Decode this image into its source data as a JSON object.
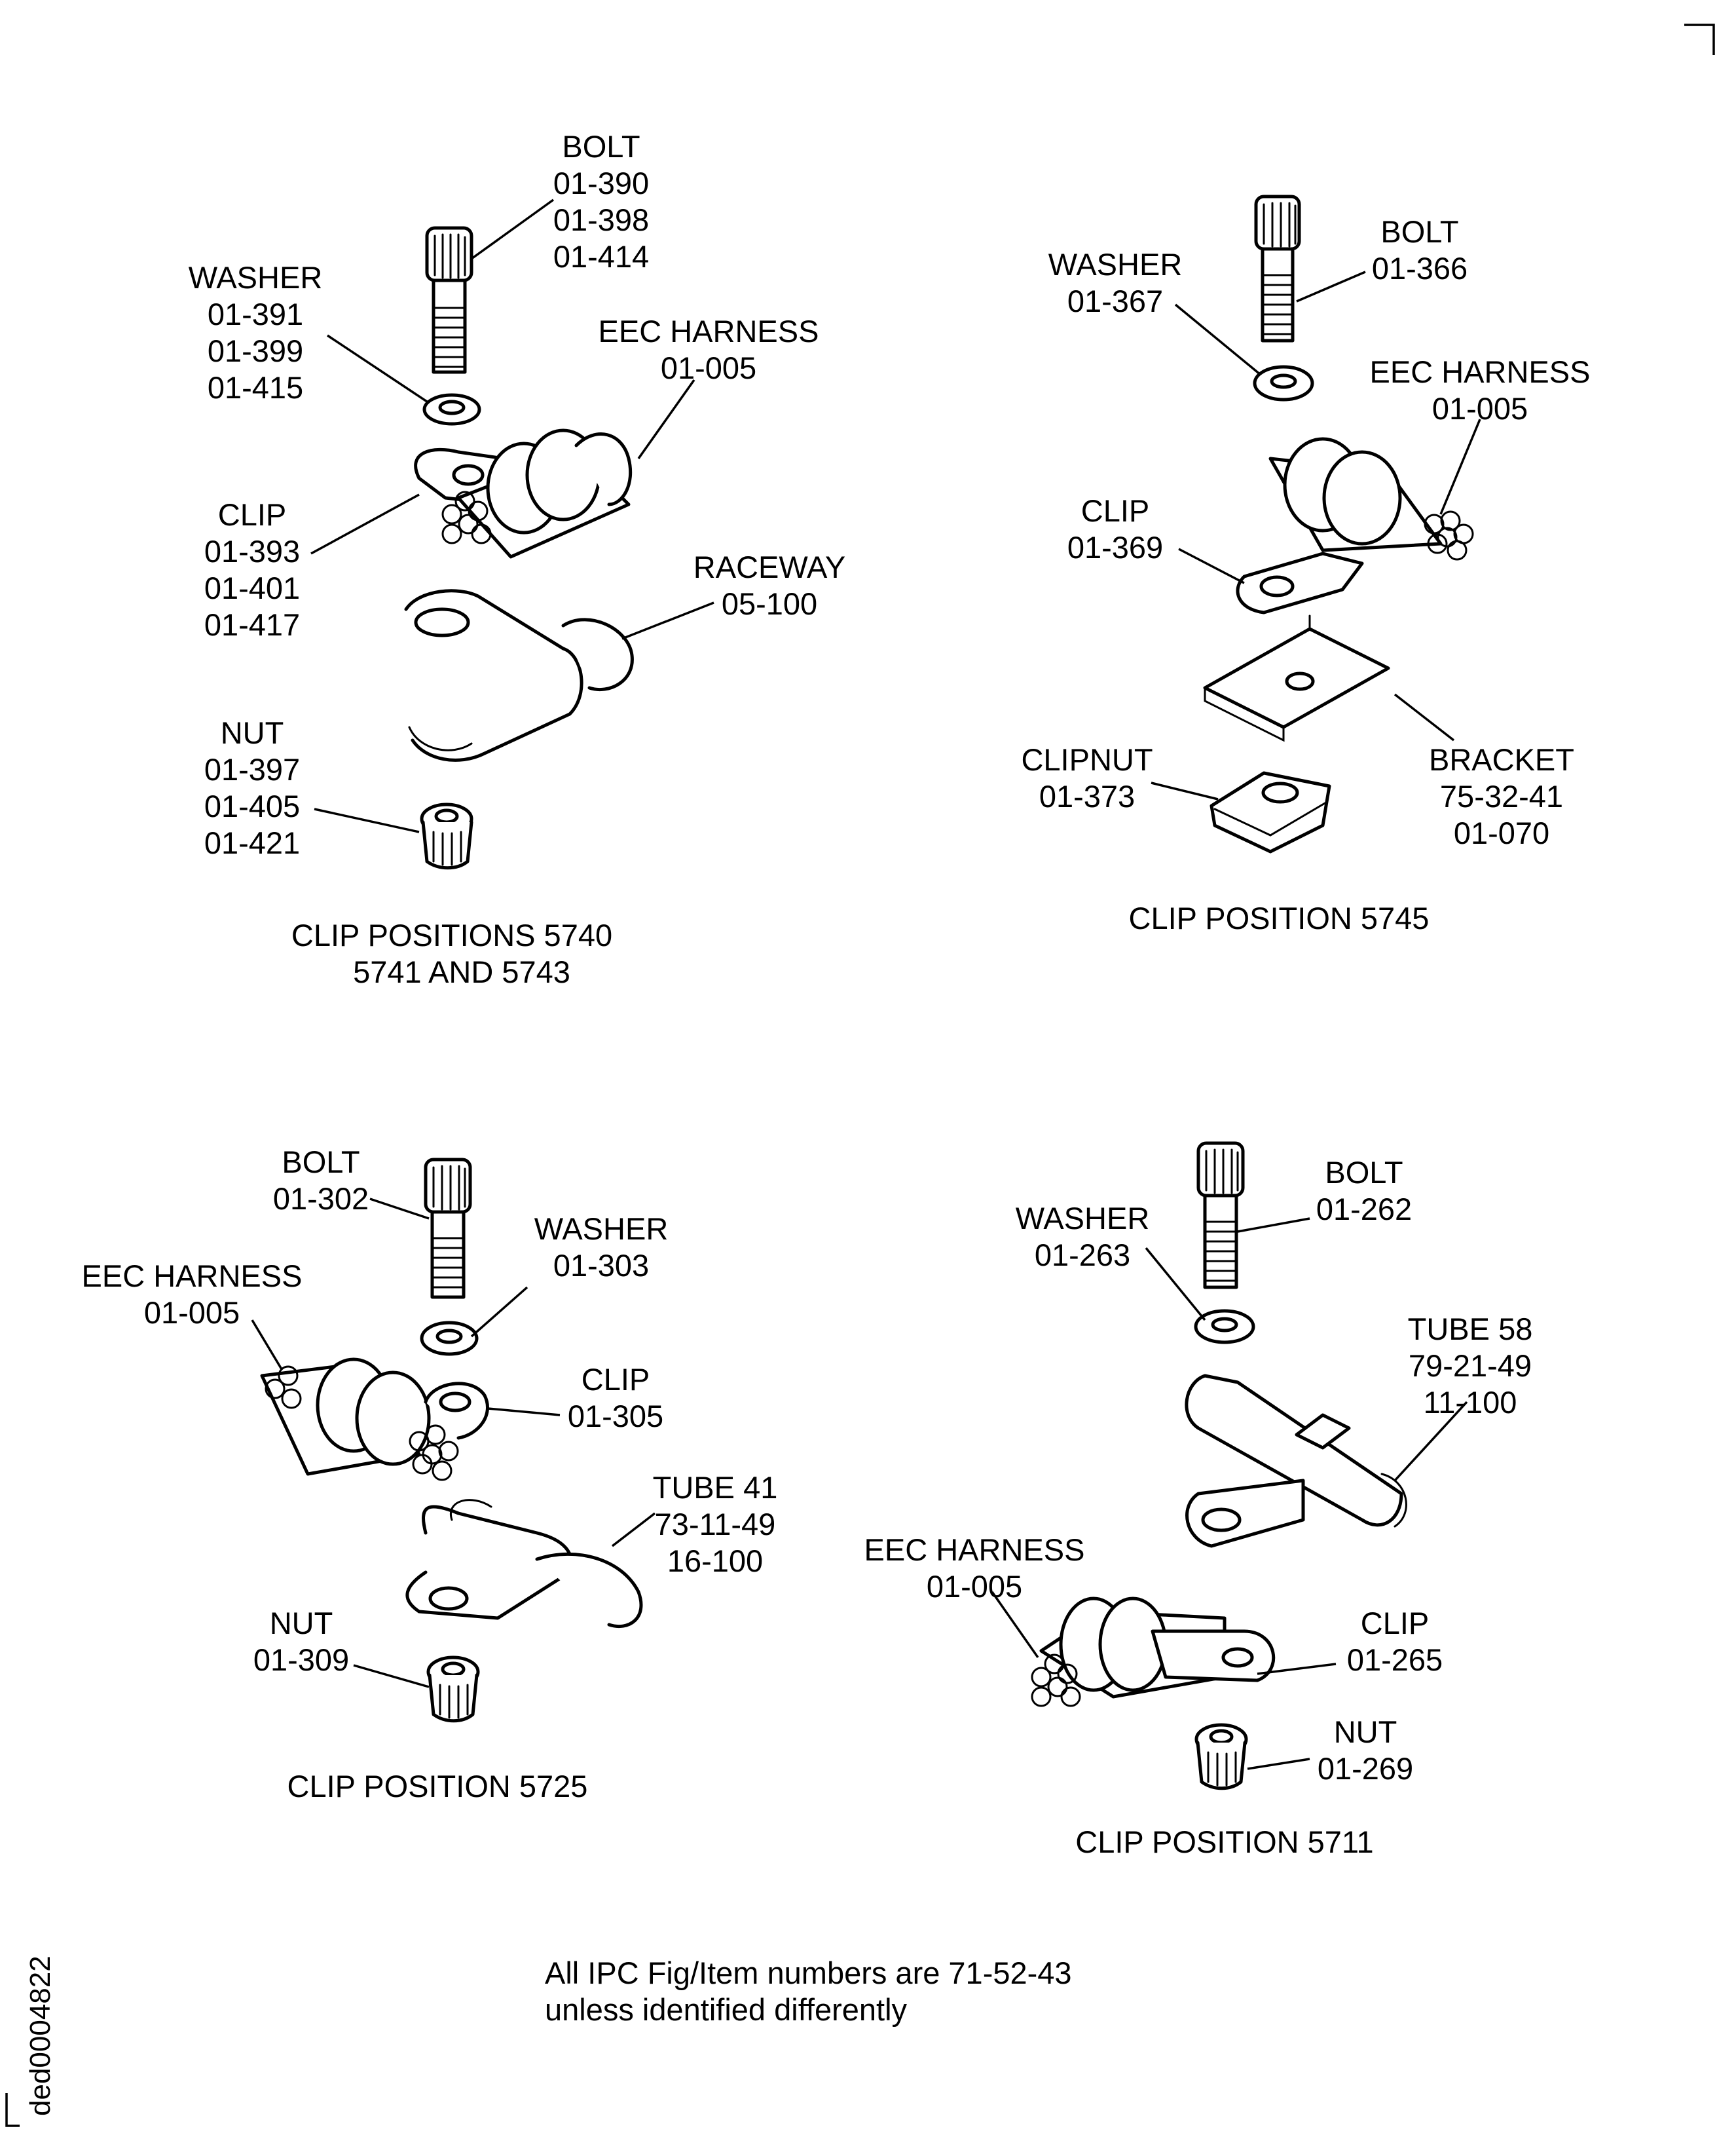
{
  "figure_id": "ded0004822",
  "footnote": {
    "line1": "All IPC Fig/Item numbers are 71-52-43",
    "line2": "unless identified differently"
  },
  "panels": [
    {
      "caption_lines": [
        "CLIP POSITIONS 5740",
        "5741 AND 5743"
      ],
      "callouts": [
        {
          "name": "BOLT",
          "numbers": [
            "01-390",
            "01-398",
            "01-414"
          ]
        },
        {
          "name": "WASHER",
          "numbers": [
            "01-391",
            "01-399",
            "01-415"
          ]
        },
        {
          "name": "EEC HARNESS",
          "numbers": [
            "01-005"
          ]
        },
        {
          "name": "CLIP",
          "numbers": [
            "01-393",
            "01-401",
            "01-417"
          ]
        },
        {
          "name": "RACEWAY",
          "numbers": [
            "05-100"
          ]
        },
        {
          "name": "NUT",
          "numbers": [
            "01-397",
            "01-405",
            "01-421"
          ]
        }
      ]
    },
    {
      "caption_lines": [
        "CLIP POSITION 5745"
      ],
      "callouts": [
        {
          "name": "BOLT",
          "numbers": [
            "01-366"
          ]
        },
        {
          "name": "WASHER",
          "numbers": [
            "01-367"
          ]
        },
        {
          "name": "EEC HARNESS",
          "numbers": [
            "01-005"
          ]
        },
        {
          "name": "CLIP",
          "numbers": [
            "01-369"
          ]
        },
        {
          "name": "CLIPNUT",
          "numbers": [
            "01-373"
          ]
        },
        {
          "name": "BRACKET",
          "numbers": [
            "75-32-41",
            "01-070"
          ]
        }
      ]
    },
    {
      "caption_lines": [
        "CLIP POSITION 5725"
      ],
      "callouts": [
        {
          "name": "BOLT",
          "numbers": [
            "01-302"
          ]
        },
        {
          "name": "WASHER",
          "numbers": [
            "01-303"
          ]
        },
        {
          "name": "EEC HARNESS",
          "numbers": [
            "01-005"
          ]
        },
        {
          "name": "CLIP",
          "numbers": [
            "01-305"
          ]
        },
        {
          "name": "TUBE 41",
          "numbers": [
            "73-11-49",
            "16-100"
          ]
        },
        {
          "name": "NUT",
          "numbers": [
            "01-309"
          ]
        }
      ]
    },
    {
      "caption_lines": [
        "CLIP POSITION 5711"
      ],
      "callouts": [
        {
          "name": "BOLT",
          "numbers": [
            "01-262"
          ]
        },
        {
          "name": "WASHER",
          "numbers": [
            "01-263"
          ]
        },
        {
          "name": "TUBE 58",
          "numbers": [
            "79-21-49",
            "11-100"
          ]
        },
        {
          "name": "EEC HARNESS",
          "numbers": [
            "01-005"
          ]
        },
        {
          "name": "CLIP",
          "numbers": [
            "01-265"
          ]
        },
        {
          "name": "NUT",
          "numbers": [
            "01-269"
          ]
        }
      ]
    }
  ]
}
